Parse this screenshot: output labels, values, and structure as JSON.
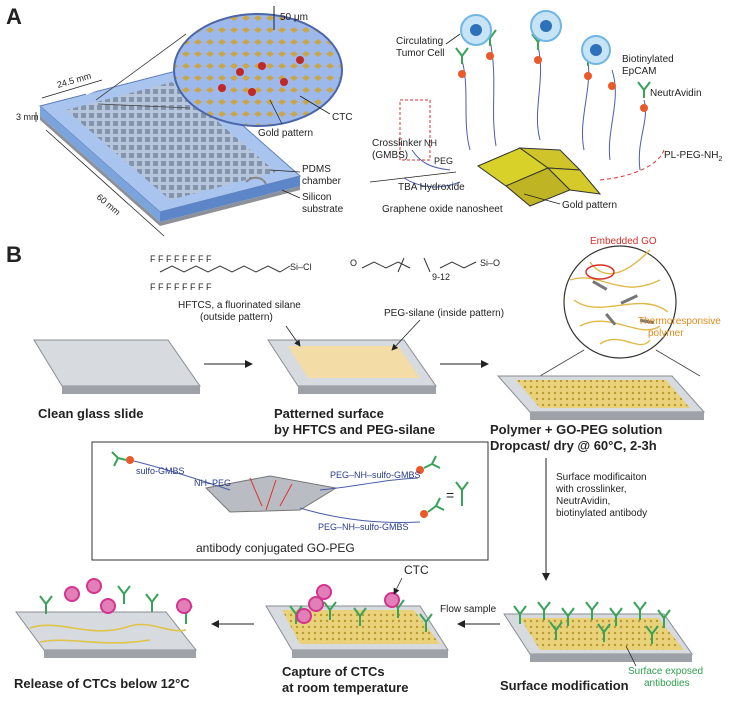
{
  "panel_a": {
    "letter": "A",
    "dim_height": "50 μm",
    "dim_width": "24.5 mm",
    "dim_thickness": "3 mm",
    "dim_length": "60 mm",
    "label_ctc": "CTC",
    "label_gold_pattern": "Gold pattern",
    "label_pdms_1": "PDMS",
    "label_pdms_2": "chamber",
    "label_silicon_1": "Silicon",
    "label_silicon_2": "substrate",
    "label_circulating_1": "Circulating",
    "label_circulating_2": "Tumor Cell",
    "label_biotin_1": "Biotinylated",
    "label_biotin_2": "EpCAM",
    "label_neutravidin": "NeutrAvidin",
    "label_crosslinker_1": "Crosslinker",
    "label_crosslinker_2": "(GMBS)",
    "label_plpeg": "PL-PEG-NH",
    "label_plpeg_sub": "2",
    "label_tba": "TBA Hydroxide",
    "label_go_sheet": "Graphene oxide nanosheet",
    "label_gold_pattern_2": "Gold pattern",
    "label_nh": "NH",
    "label_peg": "PEG"
  },
  "panel_b": {
    "letter": "B",
    "hftcs_caption_1": "HFTCS, a fluorinated silane",
    "hftcs_caption_2": "(outside pattern)",
    "pegsilane_caption": "PEG-silane (inside pattern)",
    "peg_subscript": "9-12",
    "embedded_go": "Embedded GO",
    "thermo_1": "Thermoresponsive",
    "thermo_2": "polymer",
    "step1": "Clean glass slide",
    "step2_1": "Patterned surface",
    "step2_2": "by HFTCS and PEG-silane",
    "step3_1": "Polymer + GO-PEG solution",
    "step3_2": "Dropcast/ dry @ 60°C, 2-3h",
    "surface_mod_note": [
      "Surface modificaiton",
      "with crosslinker,",
      "NeutrAvidin,",
      "biotinylated antibody"
    ],
    "conj_sulfo_left": "sulfo-GMBS",
    "conj_nh_peg_left": "NH–PEG",
    "conj_peg_nh_right": "PEG–NH–sulfo-GMBS",
    "conj_peg_nh_bottom": "PEG–NH–sulfo-GMBS",
    "conj_equals": "=",
    "conj_caption": "antibody conjugated GO-PEG",
    "ctc_label": "CTC",
    "flow_sample": "Flow sample",
    "step4": "Surface modification",
    "exposed_1": "Surface exposed",
    "exposed_2": "antibodies",
    "step5_1": "Capture of CTCs",
    "step5_2": "at room temperature",
    "step6": "Release of CTCs below 12°C"
  },
  "colors": {
    "gold": "#d9b84a",
    "glass": "#d7dade",
    "pdms_blue": "#8fb4e3",
    "antibody_green": "#3aa35a",
    "cell_pink": "#d4338f",
    "cell_blue": "#6fb6e4",
    "embedded_red": "#d6302a",
    "thermo_orange": "#e08a1e",
    "exposed_green": "#2f9d4f"
  }
}
